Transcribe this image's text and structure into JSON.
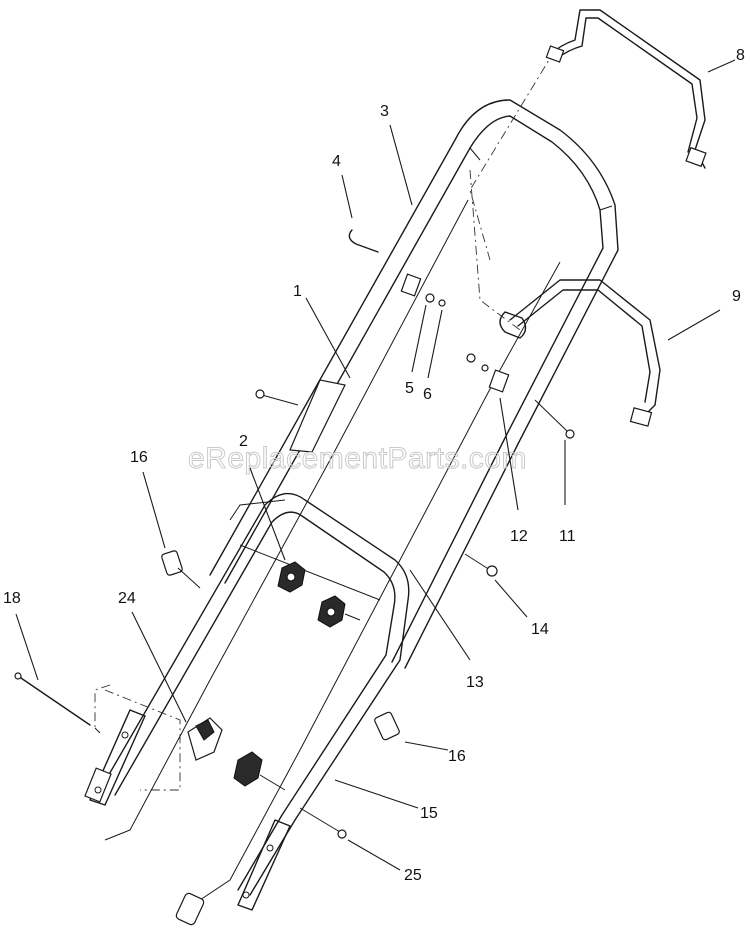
{
  "watermark": "eReplacementParts.com",
  "callouts": {
    "c1": "1",
    "c2": "2",
    "c3": "3",
    "c4": "4",
    "c5": "5",
    "c6": "6",
    "c8": "8",
    "c9": "9",
    "c11": "11",
    "c12": "12",
    "c13": "13",
    "c14": "14",
    "c15": "15",
    "c16a": "16",
    "c16b": "16",
    "c18": "18",
    "c24": "24",
    "c25": "25"
  }
}
